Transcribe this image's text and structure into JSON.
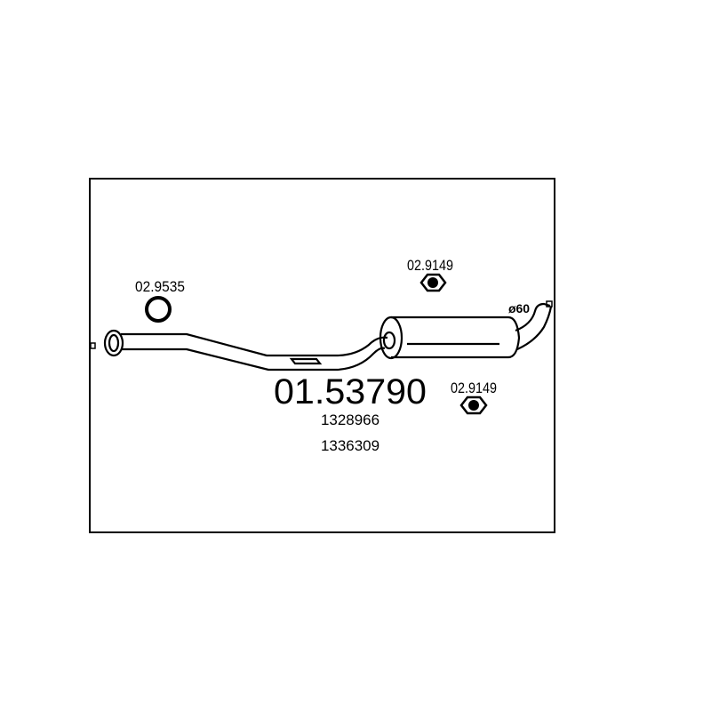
{
  "part_number": "01.53790",
  "oe_numbers": [
    "1328966",
    "1336309"
  ],
  "accessories": {
    "gasket_ring": "02.9535",
    "nut_top": "02.9149",
    "nut_bottom": "02.9149"
  },
  "diameter_label": "ø60",
  "colors": {
    "line": "#000000",
    "background": "#ffffff"
  }
}
